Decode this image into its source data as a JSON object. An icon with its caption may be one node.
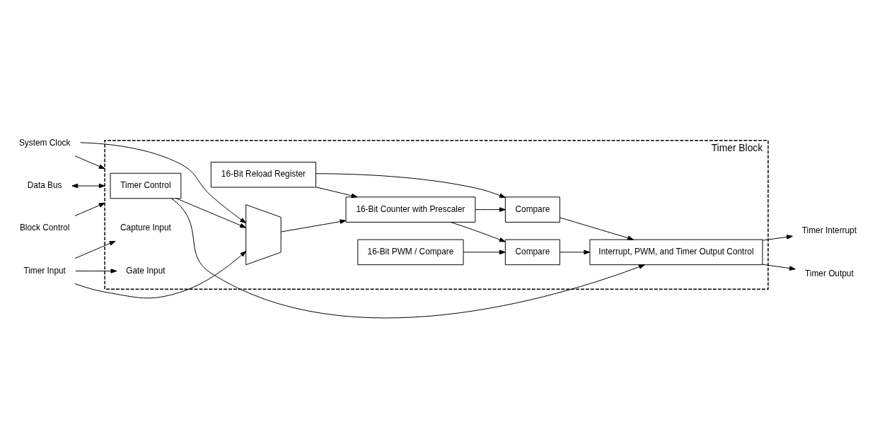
{
  "diagram": {
    "nodes": [
      {
        "text": [
          "Timer Block"
        ]
      },
      {
        "text": [
          "Data Bus"
        ]
      },
      {
        "text": [
          "Block Control"
        ]
      },
      {
        "text": [
          "System Clock"
        ]
      },
      {
        "text": [
          "Timer Input"
        ]
      },
      {
        "text": [
          "Timer Control"
        ],
        "in": 0
      },
      {
        "text": [
          "16-Bit Reload Register"
        ],
        "in": 0
      },
      {
        "text": [],
        "shape": "trapezoid",
        "in": 0
      },
      {
        "text": [
          "16-Bit Counter with Prescaler"
        ],
        "in": 0
      },
      {
        "text": [
          "16-Bit PWM / Compare"
        ],
        "in": 0
      },
      {
        "text": [
          "Compare"
        ],
        "in": 0
      },
      {
        "text": [
          "Compare"
        ],
        "in": 0
      },
      {
        "text": [
          "Interrupt, PWM, and Timer Output Control"
        ],
        "in": 0
      },
      {
        "text": [
          "Timer Interrupt"
        ]
      },
      {
        "text": [
          "Timer Output"
        ]
      },
      {
        "text": [
          "Gate Input"
        ],
        "in": 0
      },
      {
        "text": [
          "Capture Input"
        ],
        "in": 0
      }
    ],
    "edges": [
      {
        "from": 1,
        "to": 0,
        "arrow": "both"
      },
      {
        "from": 2,
        "to": 0,
        "arrow": "to"
      },
      {
        "from": 3,
        "to": 0,
        "arrow": "to"
      },
      {
        "from": 3,
        "to": 7,
        "arrow": "to"
      },
      {
        "from": 4,
        "to": 7,
        "arrow": "to"
      },
      {
        "from": 4,
        "to": 15,
        "arrow": "to"
      },
      {
        "from": 4,
        "to": 16,
        "arrow": "to"
      },
      {
        "from": 5,
        "to": 7,
        "arrow": "to"
      },
      {
        "from": 5,
        "to": 12,
        "arrow": "to"
      },
      {
        "from": 6,
        "to": 10,
        "arrow": "to"
      },
      {
        "from": 6,
        "to": 8,
        "arrow": "to"
      },
      {
        "from": 7,
        "to": 8,
        "arrow": "to"
      },
      {
        "from": 8,
        "to": 10,
        "arrow": "to"
      },
      {
        "from": 8,
        "to": 11,
        "arrow": "to"
      },
      {
        "from": 9,
        "to": 11,
        "arrow": "to"
      },
      {
        "from": 10,
        "to": 12,
        "arrow": "to"
      },
      {
        "from": 11,
        "to": 12,
        "arrow": "to"
      },
      {
        "from": 12,
        "to": 13,
        "arrow": "to"
      },
      {
        "from": 12,
        "to": 14,
        "arrow": "to"
      }
    ]
  }
}
